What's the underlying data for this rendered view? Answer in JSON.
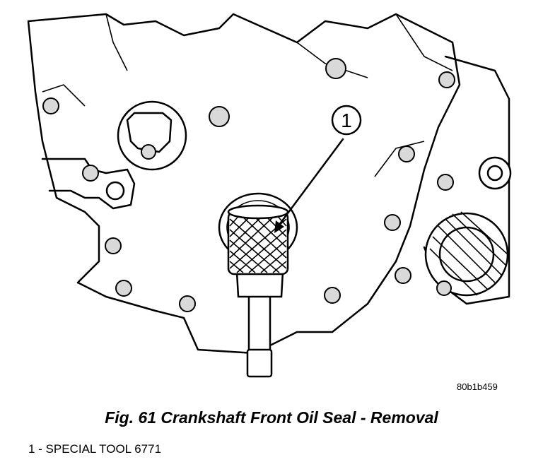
{
  "figure": {
    "callout_number": "1",
    "image_code": "80b1b459",
    "caption": "Fig. 61 Crankshaft Front Oil Seal - Removal",
    "legend_item": "1 - SPECIAL TOOL 6771"
  }
}
